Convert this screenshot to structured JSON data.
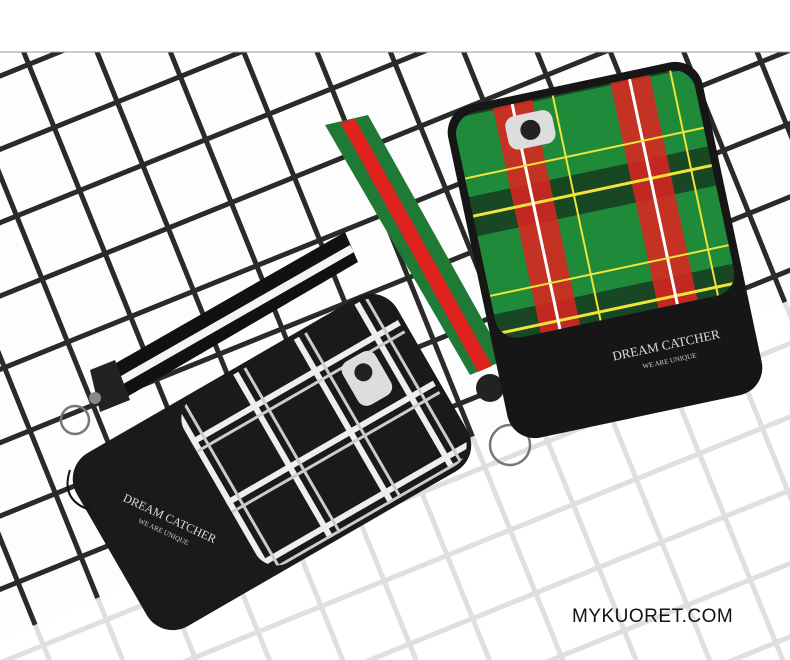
{
  "products": [
    {
      "name": "green-plaid-case",
      "brand_text": "DREAM CATCHER",
      "tagline": "WE ARE UNIQUE"
    },
    {
      "name": "black-plaid-case",
      "brand_text": "DREAM CATCHER",
      "tagline": "WE ARE UNIQUE"
    }
  ],
  "watermark": "MYKUORET.COM",
  "colors": {
    "plaid_green": "#1f8a3a",
    "plaid_red": "#e0221e",
    "case_black": "#1a1a1a",
    "grid_line": "#2a2a2a"
  }
}
